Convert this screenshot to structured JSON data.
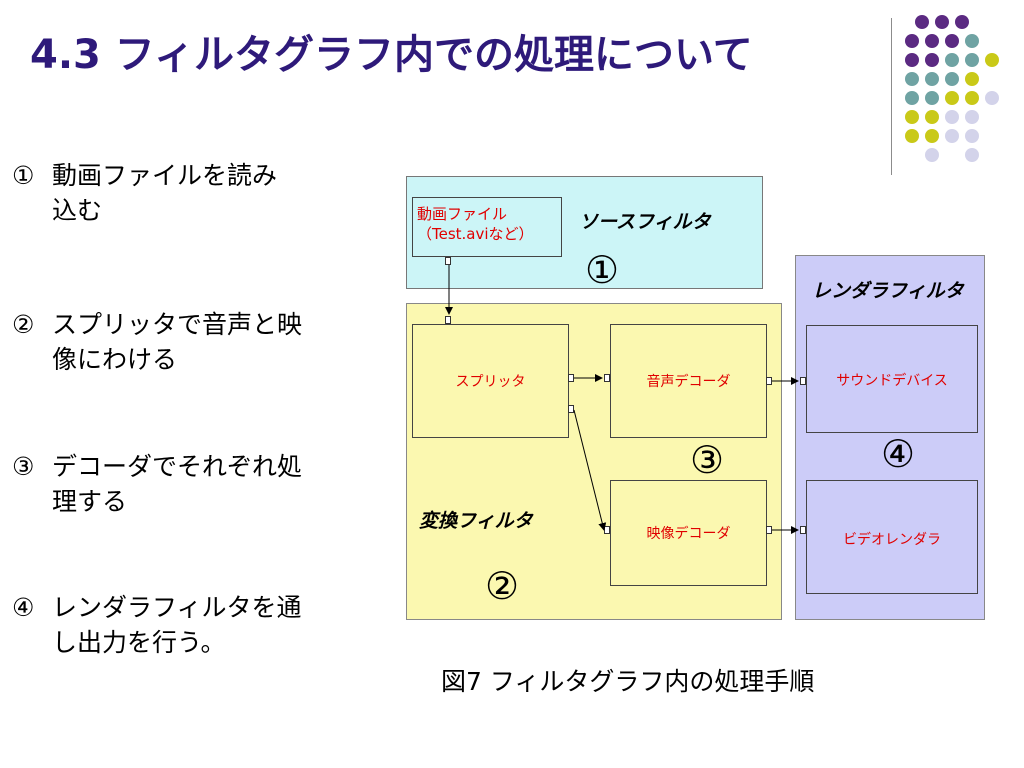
{
  "title": "4.3 フィルタグラフ内での処理について",
  "colors": {
    "title": "#2e1a7a",
    "purple": "#5b2a82",
    "teal": "#6fa3a3",
    "yellow": "#c9c918",
    "lavender": "#d3d3ea",
    "source_bg": "#ccf5f7",
    "convert_bg": "#fbf8b0",
    "render_bg": "#ccccf8",
    "node_text": "#e00000"
  },
  "bullets": [
    {
      "num": "①",
      "line1": "動画ファイルを読み",
      "line2": "込む"
    },
    {
      "num": "②",
      "line1": "スプリッタで音声と映",
      "line2": "像にわける"
    },
    {
      "num": "③",
      "line1": "デコーダでそれぞれ処",
      "line2": "理する"
    },
    {
      "num": "④",
      "line1": "レンダラフィルタを通",
      "line2": "し出力を行う。"
    }
  ],
  "diagram": {
    "source_filter": {
      "label": "ソースフィルタ",
      "file_line1": "動画ファイル",
      "file_line2": "（Test.aviなど）",
      "marker": "①"
    },
    "convert_filter": {
      "label": "変換フィルタ",
      "splitter": "スプリッタ",
      "audio_decoder": "音声デコーダ",
      "video_decoder": "映像デコーダ",
      "marker_decoders": "③",
      "marker": "②"
    },
    "renderer_filter": {
      "label": "レンダラフィルタ",
      "sound_device": "サウンドデバイス",
      "video_renderer": "ビデオレンダラ",
      "marker": "④"
    },
    "caption": "図7  フィルタグラフ内の処理手順"
  }
}
